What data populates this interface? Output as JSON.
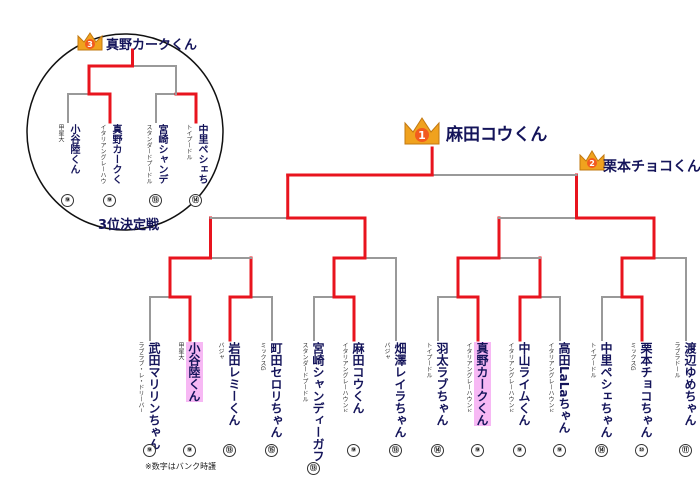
{
  "champion": {
    "rank": "1",
    "name": "麻田コウくん"
  },
  "runner_up": {
    "rank": "2",
    "name": "栗本チョコくん"
  },
  "third_place": {
    "rank": "3",
    "name": "真野カークくん",
    "match_title": "3位決定戦"
  },
  "footnote": "※数字はバンク時護",
  "main_entrants": [
    {
      "id": "e1",
      "name": "武田マリリンちゃん",
      "affiliation": "ラブラブ・レ・ドリーバー",
      "number": "⑨",
      "highlight": false
    },
    {
      "id": "e2",
      "name": "小谷陸くん",
      "affiliation": "甲星大",
      "number": "⑨",
      "highlight": true
    },
    {
      "id": "e3",
      "name": "岩田レミーくん",
      "affiliation": "バジャ",
      "number": "⑬",
      "highlight": false
    },
    {
      "id": "e4",
      "name": "町田セロリちゃん",
      "affiliation": "ミックスG",
      "number": "⑮",
      "highlight": false
    },
    {
      "id": "e5",
      "name": "宮崎シャンディーガフくん",
      "affiliation": "スタンダードプードル",
      "number": "⑬",
      "highlight": false
    },
    {
      "id": "e6",
      "name": "麻田コウくん",
      "affiliation": "イタリアングレーハウンド",
      "number": "⑨",
      "highlight": false
    },
    {
      "id": "e7",
      "name": "畑澤レイラちゃん",
      "affiliation": "バジャ",
      "number": "⑬",
      "highlight": false
    },
    {
      "id": "e8",
      "name": "羽太ラブちゃん",
      "affiliation": "トイプードル",
      "number": "⑭",
      "highlight": false
    },
    {
      "id": "e9",
      "name": "真野カークくん",
      "affiliation": "イタリアングレーハウンド",
      "number": "⑨",
      "highlight": true
    },
    {
      "id": "e10",
      "name": "中山ライムくん",
      "affiliation": "イタリアングレーハウンド",
      "number": "⑨",
      "highlight": false
    },
    {
      "id": "e11",
      "name": "高田LaLaちゃん",
      "affiliation": "イタリアングレーハウンド",
      "number": "⑨",
      "highlight": false
    },
    {
      "id": "e12",
      "name": "中里ペシェちゃん",
      "affiliation": "トイプードル",
      "number": "⑭",
      "highlight": false
    },
    {
      "id": "e13",
      "name": "栗本チョコちゃん",
      "affiliation": "ミックスG",
      "number": "⑩",
      "highlight": false
    },
    {
      "id": "e14",
      "name": "渡辺ゆめちゃん",
      "affiliation": "ラブラドール",
      "number": "⑪",
      "highlight": false
    }
  ],
  "third_place_entrants": [
    {
      "id": "t1",
      "name": "小谷陸くん",
      "affiliation": "甲星大",
      "number": "⑨"
    },
    {
      "id": "t2",
      "name": "真野カークくん",
      "affiliation": "イタリアングレーハウンド",
      "number": "⑨"
    },
    {
      "id": "t3",
      "name": "宮崎シャンディーガフくん",
      "affiliation": "スタンダードプードル",
      "number": "⑬"
    },
    {
      "id": "t4",
      "name": "中里ペシェちゃん",
      "affiliation": "トイプードル",
      "number": "⑭"
    }
  ],
  "colors": {
    "winner_line": "#e8141e",
    "bracket_line": "#999999",
    "highlight": "#f7b8f4",
    "text": "#14145a"
  }
}
